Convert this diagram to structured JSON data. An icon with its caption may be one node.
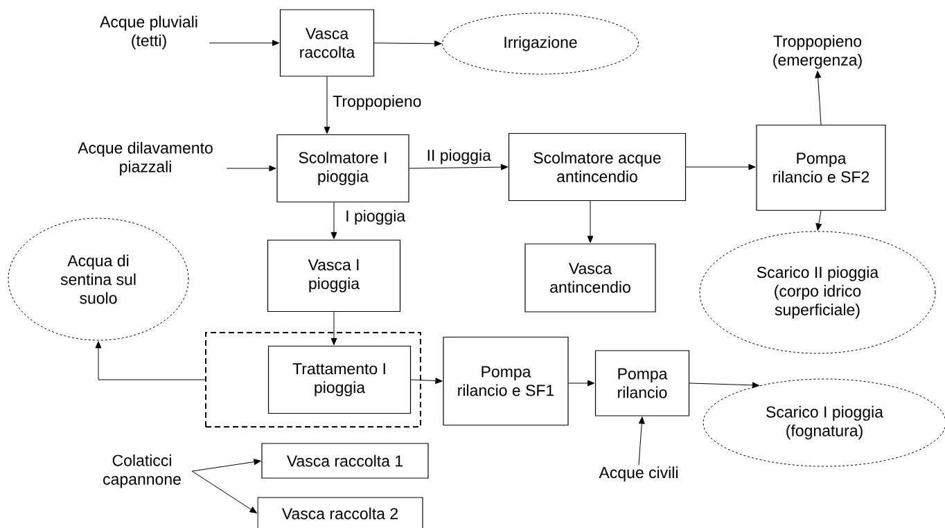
{
  "diagram": {
    "nodes": [
      {
        "text": [
          "Acque pluviali (tetti)"
        ]
      },
      {
        "text": [
          "Vasca raccolta"
        ]
      },
      {
        "text": [
          "Irrigazione"
        ]
      },
      {
        "text": [
          "Acque dilavamento piazzali"
        ]
      },
      {
        "text": [
          "Scolmatore I pioggia"
        ]
      },
      {
        "text": [
          "Scolmatore acque antincendio"
        ]
      },
      {
        "text": [
          "Troppopieno (emergenza)"
        ]
      },
      {
        "text": [
          "Pompa rilancio e SF2"
        ]
      },
      {
        "text": [
          "Vasca I pioggia"
        ]
      },
      {
        "text": [
          "Vasca antincendio"
        ]
      },
      {
        "text": [
          "Scarico II pioggia (corpo idrico superficiale)"
        ]
      },
      {
        "text": [
          "Acqua di sentina sul suolo"
        ]
      },
      {
        "text": [],
        "shape": "box"
      },
      {
        "text": [
          "Trattamento I pioggia"
        ],
        "in": 12
      },
      {
        "text": [
          "Pompa rilancio e SF1"
        ]
      },
      {
        "text": [
          "Pompa rilancio"
        ]
      },
      {
        "text": [
          "Scarico I pioggia (fognatura)"
        ]
      },
      {
        "text": [
          "Acque civili"
        ]
      },
      {
        "text": [
          "Colaticci capannone"
        ]
      },
      {
        "text": [
          "Vasca raccolta 1"
        ]
      },
      {
        "text": [
          "Vasca raccolta 2"
        ]
      }
    ],
    "edges": [
      {
        "from": 0,
        "to": 1,
        "arrow": "to"
      },
      {
        "from": 1,
        "to": 2,
        "arrow": "to"
      },
      {
        "from": 1,
        "to": 4,
        "arrow": "to",
        "label": "Troppopieno"
      },
      {
        "from": 3,
        "to": 4,
        "arrow": "to"
      },
      {
        "from": 4,
        "to": 5,
        "arrow": "to",
        "label": "II pioggia"
      },
      {
        "from": 4,
        "to": 8,
        "arrow": "to",
        "label": "I pioggia"
      },
      {
        "from": 5,
        "to": 7,
        "arrow": "to"
      },
      {
        "from": 7,
        "to": 6,
        "arrow": "to"
      },
      {
        "from": 5,
        "to": 9,
        "arrow": "to"
      },
      {
        "from": 7,
        "to": 10,
        "arrow": "to"
      },
      {
        "from": 8,
        "to": 13,
        "arrow": "to"
      },
      {
        "from": 13,
        "to": 14,
        "arrow": "to"
      },
      {
        "from": 12,
        "to": 11,
        "arrow": "to"
      },
      {
        "from": 14,
        "to": 15,
        "arrow": "to"
      },
      {
        "from": 15,
        "to": 16,
        "arrow": "to"
      },
      {
        "from": 17,
        "to": 15,
        "arrow": "to"
      },
      {
        "from": 18,
        "to": 19,
        "arrow": "to"
      },
      {
        "from": 18,
        "to": 20,
        "arrow": "to"
      }
    ]
  }
}
